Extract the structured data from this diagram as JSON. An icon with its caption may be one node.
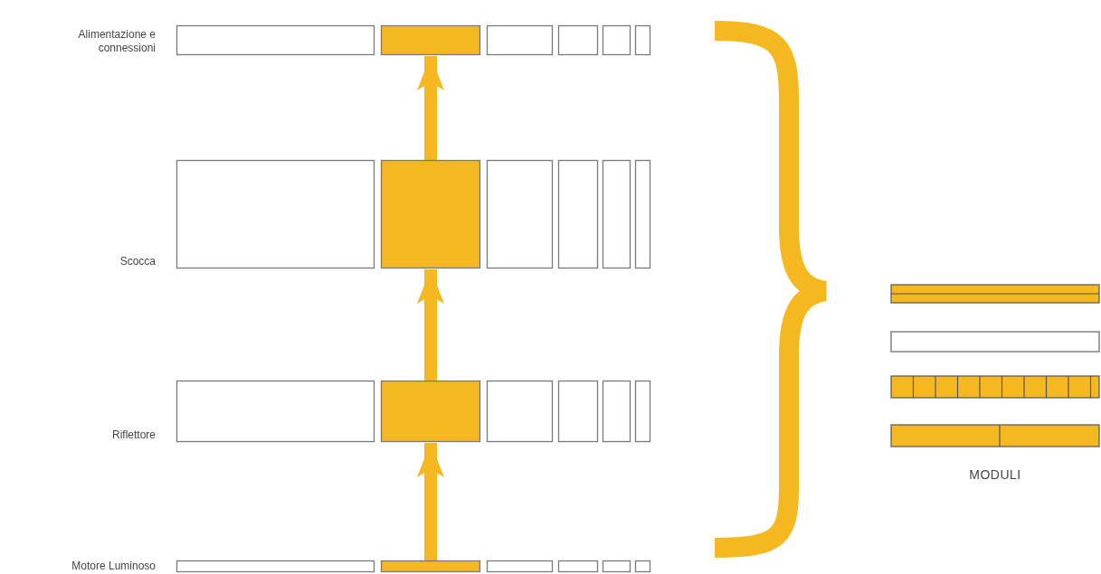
{
  "diagram": {
    "nodes": [
      {
        "text": [
          "Alimentazione e connessioni"
        ]
      },
      {
        "text": [
          "Scocca"
        ]
      },
      {
        "text": [
          "Riflettore"
        ]
      },
      {
        "text": [
          "Motore Luminoso"
        ]
      },
      {
        "text": [
          "MODULI"
        ]
      }
    ],
    "edges": [
      {
        "from": 3,
        "to": 2,
        "arrow": "to"
      },
      {
        "from": 2,
        "to": 1,
        "arrow": "to"
      },
      {
        "from": 1,
        "to": 0,
        "arrow": "to"
      }
    ]
  }
}
